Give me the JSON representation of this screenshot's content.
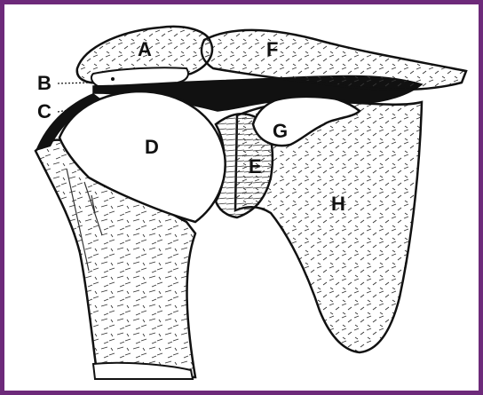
{
  "labels": {
    "a": "A",
    "b": "B",
    "c": "C",
    "d": "D",
    "e": "E",
    "f": "F",
    "g": "G",
    "h": "H"
  },
  "colors": {
    "frame": "#6d2a7a",
    "ink": "#111111",
    "fill": "#ffffff"
  }
}
